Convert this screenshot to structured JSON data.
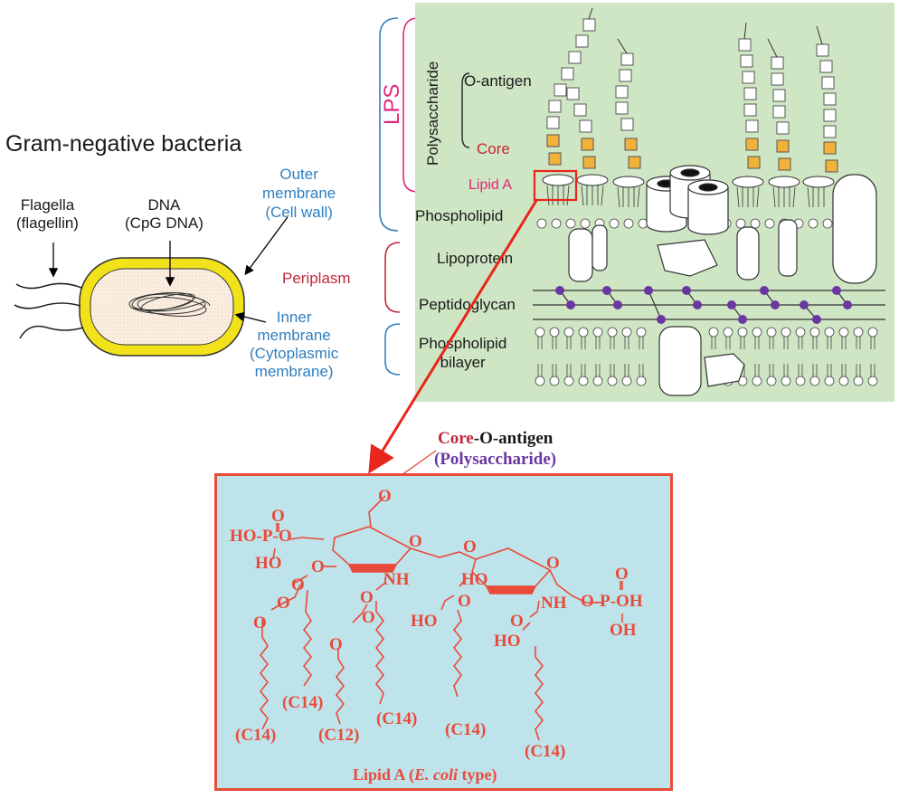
{
  "bacterium": {
    "title": "Gram-negative bacteria",
    "flagella_label": [
      "Flagella",
      "(flagellin)"
    ],
    "dna_label": [
      "DNA",
      "(CpG DNA)"
    ],
    "outer_membrane_label": [
      "Outer",
      "membrane",
      "(Cell wall)"
    ],
    "inner_membrane_label": [
      "Inner",
      "membrane",
      "(Cytoplasmic",
      "membrane)"
    ]
  },
  "membrane": {
    "lps_label": "LPS",
    "polysaccharide_label": "Polysaccharide",
    "o_antigen_label": "O-antigen",
    "core_label": "Core",
    "lipid_a_label": "Lipid A",
    "periplasm_label": "Periplasm",
    "layers": [
      "Phospholipid",
      "Lipoprotein",
      "Peptidoglycan",
      "Phospholipid",
      "bilayer"
    ]
  },
  "structure": {
    "header_core": "Core",
    "header_rest": "-O-antigen",
    "header_sub": "(Polysaccharide)",
    "caption_pre": "Lipid A (",
    "caption_species": "E. coli",
    "caption_post": " type)",
    "atoms": {
      "o1": "O",
      "o2": "O",
      "o3": "O",
      "o4": "O",
      "o5": "O",
      "o6": "O",
      "o7": "O",
      "o8": "O",
      "ho_p": "HO-P-O",
      "ho1": "HO",
      "o_p": "O",
      "nh1": "NH",
      "nh2": "NH",
      "ho2": "HO",
      "ho3": "HO",
      "ho4": "HO",
      "o_ring1": "O",
      "o_ring2": "O",
      "o_link": "O",
      "op_oh": "O-P-OH",
      "oh": "OH",
      "o_top": "O",
      "o_top2": "O"
    },
    "chains": [
      "(C14)",
      "(C14)",
      "(C12)",
      "(C14)",
      "(C14)",
      "(C14)"
    ]
  },
  "colors": {
    "panel_green": "#cfe6c4",
    "box_blue": "#bfe3ea",
    "chem_red": "#e84b3a",
    "core_orange": "#f2b23a",
    "peptidoglycan_purple": "#6a36a0",
    "lps_pink": "#e0287a",
    "blue_text": "#2f7fc1",
    "red_text": "#c0283a"
  }
}
